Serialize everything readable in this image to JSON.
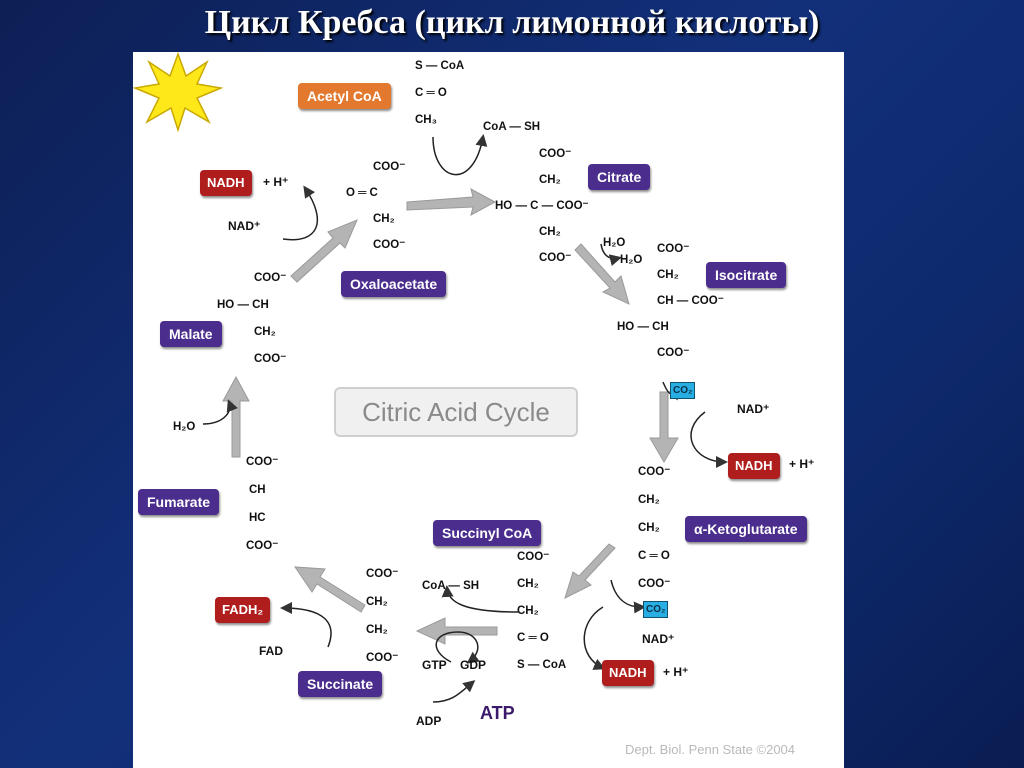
{
  "slide_title": "Цикл Кребса (цикл лимонной кислоты)",
  "center_label": "Citric Acid Cycle",
  "credit": "Dept. Biol. Penn State ©2004",
  "compounds": {
    "acetyl_coa": "Acetyl CoA",
    "citrate": "Citrate",
    "isocitrate": "Isocitrate",
    "ketoglutarate": "α-Ketoglutarate",
    "succinyl_coa": "Succinyl CoA",
    "succinate": "Succinate",
    "fumarate": "Fumarate",
    "malate": "Malate",
    "oxaloacetate": "Oxaloacetate"
  },
  "cofactors": {
    "nadh": "NADH",
    "fadh2": "FADH₂",
    "co2": "CO₂",
    "atp": "ATP",
    "nad": "NAD⁺",
    "fad": "FAD",
    "h_plus": "+ H⁺",
    "h2o": "H₂O",
    "coa_sh": "CoA — SH",
    "gtp": "GTP",
    "gdp": "GDP",
    "adp": "ADP"
  },
  "structures": {
    "acetyl": [
      "S — CoA",
      "C ═ O",
      "CH₃"
    ],
    "oxaloacetate": [
      "COO⁻",
      "O ═ C",
      "CH₂",
      "COO⁻"
    ],
    "citrate": [
      "COO⁻",
      "CH₂",
      "HO — C — COO⁻",
      "CH₂",
      "COO⁻"
    ],
    "isocitrate": [
      "COO⁻",
      "CH₂",
      "CH — COO⁻",
      "HO — CH",
      "COO⁻"
    ],
    "ketoglutarate": [
      "COO⁻",
      "CH₂",
      "CH₂",
      "C ═ O",
      "COO⁻"
    ],
    "succinyl": [
      "COO⁻",
      "CH₂",
      "CH₂",
      "C ═ O",
      "S — CoA"
    ],
    "succinate": [
      "COO⁻",
      "CH₂",
      "CH₂",
      "COO⁻"
    ],
    "fumarate": [
      "COO⁻",
      "CH",
      "HC",
      "COO⁻"
    ],
    "malate": [
      "COO⁻",
      "HO — CH",
      "CH₂",
      "COO⁻"
    ]
  },
  "colors": {
    "compound_label": "#4a2d8c",
    "acetyl_label": "#e2792e",
    "reduced_carrier": "#b01d1d",
    "co2_box": "#29aee3",
    "atp_star": "#ffe81a",
    "arrow": "#b4b4b4"
  }
}
